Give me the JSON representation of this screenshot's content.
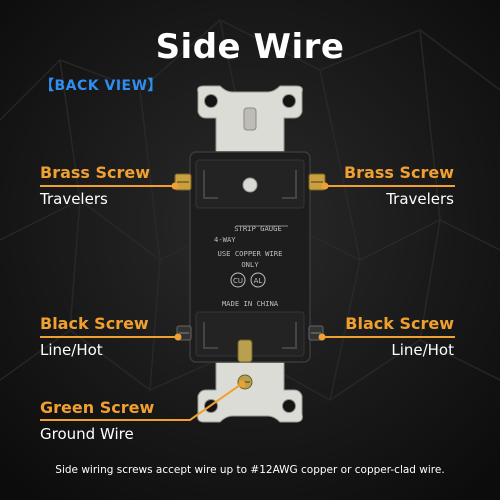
{
  "title": "Side Wire",
  "view_label": "【BACK VIEW】",
  "callouts": {
    "brass_left": {
      "heading": "Brass Screw",
      "sub": "Travelers"
    },
    "brass_right": {
      "heading": "Brass Screw",
      "sub": "Travelers"
    },
    "black_left": {
      "heading": "Black Screw",
      "sub": "Line/Hot"
    },
    "black_right": {
      "heading": "Black Screw",
      "sub": "Line/Hot"
    },
    "green": {
      "heading": "Green Screw",
      "sub": "Ground Wire"
    }
  },
  "device_markings": {
    "strip_gauge": "STRIP GAUGE",
    "type": "4-WAY",
    "copper": "USE COPPER WIRE",
    "only": "ONLY",
    "cert": "CU AL",
    "origin": "MADE IN CHINA"
  },
  "footnote": "Side wiring screws accept wire up to #12AWG copper or copper-clad wire.",
  "colors": {
    "accent_orange": "#f0a030",
    "label_blue": "#2f8ef0",
    "background": "#141414",
    "brass": "#c9a040",
    "green_screw": "#b8a050"
  }
}
